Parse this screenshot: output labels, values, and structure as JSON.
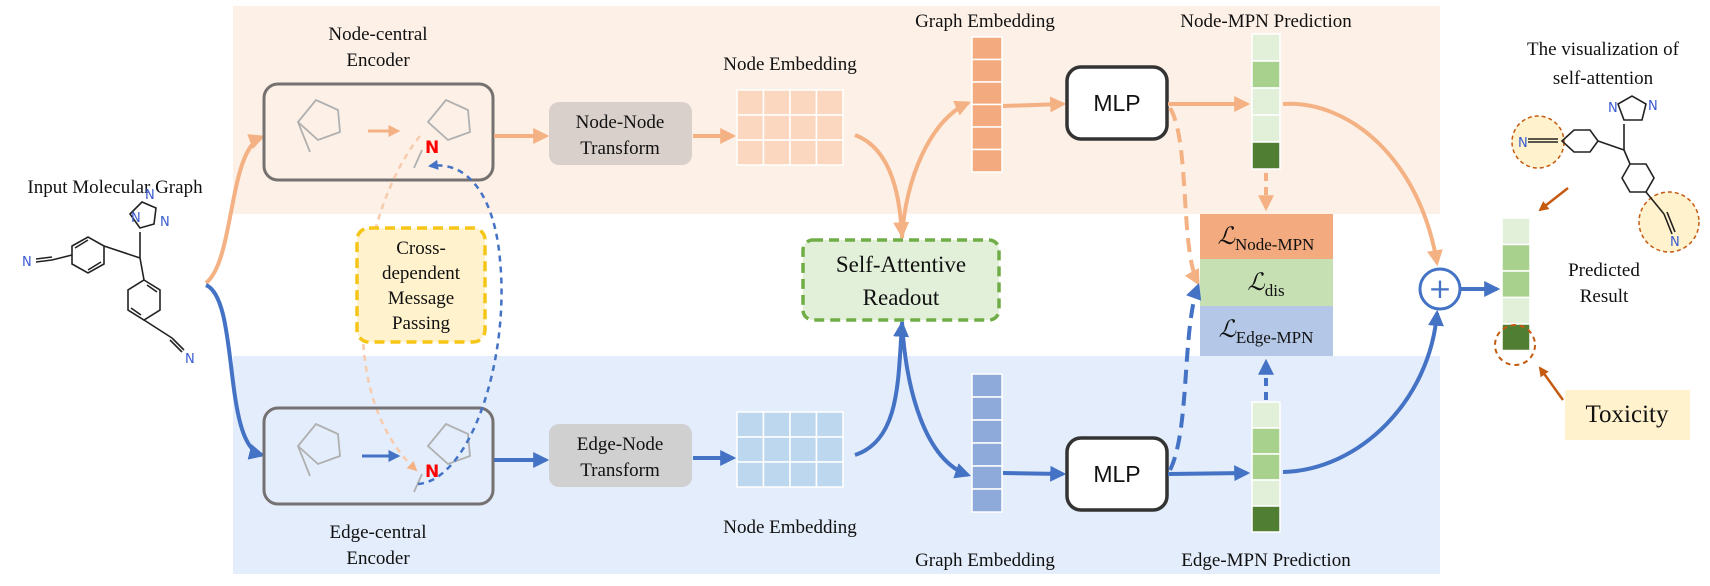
{
  "input": {
    "label": "Input Molecular Graph"
  },
  "node_branch": {
    "encoder": [
      "Node-central",
      "Encoder"
    ],
    "transform": [
      "Node-Node",
      "Transform"
    ],
    "embedding": "Node Embedding",
    "graph_embedding": "Graph Embedding",
    "mlp": "MLP",
    "prediction": "Node-MPN Prediction"
  },
  "edge_branch": {
    "encoder": [
      "Edge-central",
      "Encoder"
    ],
    "transform": [
      "Edge-Node",
      "Transform"
    ],
    "embedding": "Node Embedding",
    "graph_embedding": "Graph Embedding",
    "mlp": "MLP",
    "prediction": "Edge-MPN Prediction"
  },
  "message_passing": [
    "Cross-",
    "dependent",
    "Message",
    "Passing"
  ],
  "readout": [
    "Self-Attentive",
    "Readout"
  ],
  "losses": [
    {
      "symbol": "ℒ",
      "sub": "Node-MPN",
      "color": "#f2aa7e"
    },
    {
      "symbol": "ℒ",
      "sub": "dis",
      "color": "#c6e0b4"
    },
    {
      "symbol": "ℒ",
      "sub": "Edge-MPN",
      "color": "#b4c7e7"
    }
  ],
  "combine_symbol": "+",
  "visualization": [
    "The visualization of",
    "self-attention"
  ],
  "predicted": [
    "Predicted",
    "Result"
  ],
  "toxicity": "Toxicity",
  "atoms": {
    "nitrogen": "N",
    "highlight": "N"
  },
  "colors": {
    "orange": "#f4b183",
    "blue": "#4472c4",
    "green_dark": "#507e32",
    "green_mid": "#a9d18e",
    "green_light": "#e2f0d9",
    "node_band": "#fdf0e6",
    "edge_band": "#e3edfb",
    "readout_fill": "#e2f0d9",
    "readout_border": "#70ad47",
    "mp_fill": "#fff2cc",
    "mp_border": "#f5c518",
    "toxicity_fill": "#fff2cc",
    "arrow_brown": "#c55a11",
    "highlight_red": "#ff0000"
  }
}
